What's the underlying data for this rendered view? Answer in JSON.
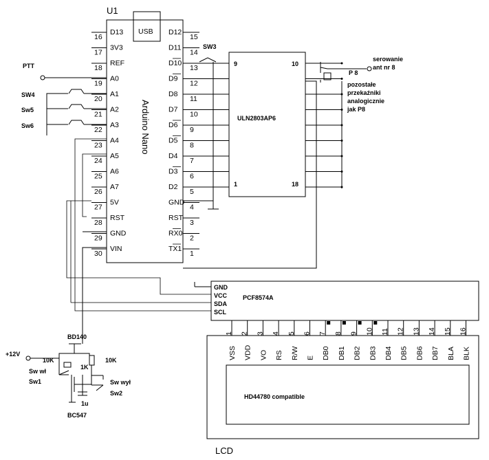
{
  "title": "U1",
  "arduino": {
    "name": "Arduino Nano",
    "usb": "USB",
    "left_pins": [
      {
        "num": "16",
        "label": "D13"
      },
      {
        "num": "17",
        "label": "3V3"
      },
      {
        "num": "18",
        "label": "REF"
      },
      {
        "num": "19",
        "label": "A0"
      },
      {
        "num": "20",
        "label": "A1"
      },
      {
        "num": "21",
        "label": "A2"
      },
      {
        "num": "22",
        "label": "A3"
      },
      {
        "num": "23",
        "label": "A4"
      },
      {
        "num": "24",
        "label": "A5"
      },
      {
        "num": "25",
        "label": "A6"
      },
      {
        "num": "26",
        "label": "A7"
      },
      {
        "num": "27",
        "label": "5V"
      },
      {
        "num": "28",
        "label": "RST"
      },
      {
        "num": "29",
        "label": "GND"
      },
      {
        "num": "30",
        "label": "VIN"
      }
    ],
    "right_pins": [
      {
        "num": "15",
        "label": "D12"
      },
      {
        "num": "14",
        "label": "D11"
      },
      {
        "num": "13",
        "label": "D10"
      },
      {
        "num": "12",
        "label": "D9"
      },
      {
        "num": "11",
        "label": "D8"
      },
      {
        "num": "10",
        "label": "D7"
      },
      {
        "num": "9",
        "label": "D6"
      },
      {
        "num": "8",
        "label": "D5"
      },
      {
        "num": "7",
        "label": "D4"
      },
      {
        "num": "6",
        "label": "D3"
      },
      {
        "num": "5",
        "label": "D2"
      },
      {
        "num": "4",
        "label": "GND"
      },
      {
        "num": "3",
        "label": "RST"
      },
      {
        "num": "2",
        "label": "RX0"
      },
      {
        "num": "1",
        "label": "TX1"
      }
    ]
  },
  "inputs": {
    "ptt": "PTT",
    "sw4": "SW4",
    "sw5": "Sw5",
    "sw6": "Sw6",
    "sw3": "SW3"
  },
  "uln": {
    "name": "ULN2803AP6",
    "pin9": "9",
    "pin10": "10",
    "pin1": "1",
    "pin18": "18"
  },
  "relay": {
    "line1": "serowanie",
    "line2": "ant nr 8",
    "p8": "P 8",
    "note1": "pozostałe",
    "note2": "przekaźniki",
    "note3": "analogicznie",
    "note4": "jak P8"
  },
  "pcf": {
    "name": "PCF8574A",
    "pins": [
      "GND",
      "VCC",
      "SDA",
      "SCL"
    ]
  },
  "lcd": {
    "label": "LCD",
    "controller": "HD44780 compatible",
    "pin_numbers": [
      "1",
      "2",
      "3",
      "4",
      "5",
      "6",
      "7",
      "8",
      "9",
      "10",
      "11",
      "12",
      "13",
      "14",
      "15",
      "16"
    ],
    "pin_names": [
      "VSS",
      "VDD",
      "VO",
      "RS",
      "R/W",
      "E",
      "DB0",
      "DB1",
      "DB2",
      "DB3",
      "DB4",
      "DB5",
      "DB6",
      "DB7",
      "BLA",
      "BLK"
    ]
  },
  "power": {
    "bd140": "BD140",
    "v12": "+12V",
    "r1": "10K",
    "r2": "1K",
    "r3": "10K",
    "sw_on": "Sw wł",
    "sw1": "Sw1",
    "sw_off": "Sw wył",
    "sw2": "Sw2",
    "cap": "1u",
    "bc547": "BC547"
  },
  "colors": {
    "ink": "#000000",
    "background": "#ffffff"
  }
}
